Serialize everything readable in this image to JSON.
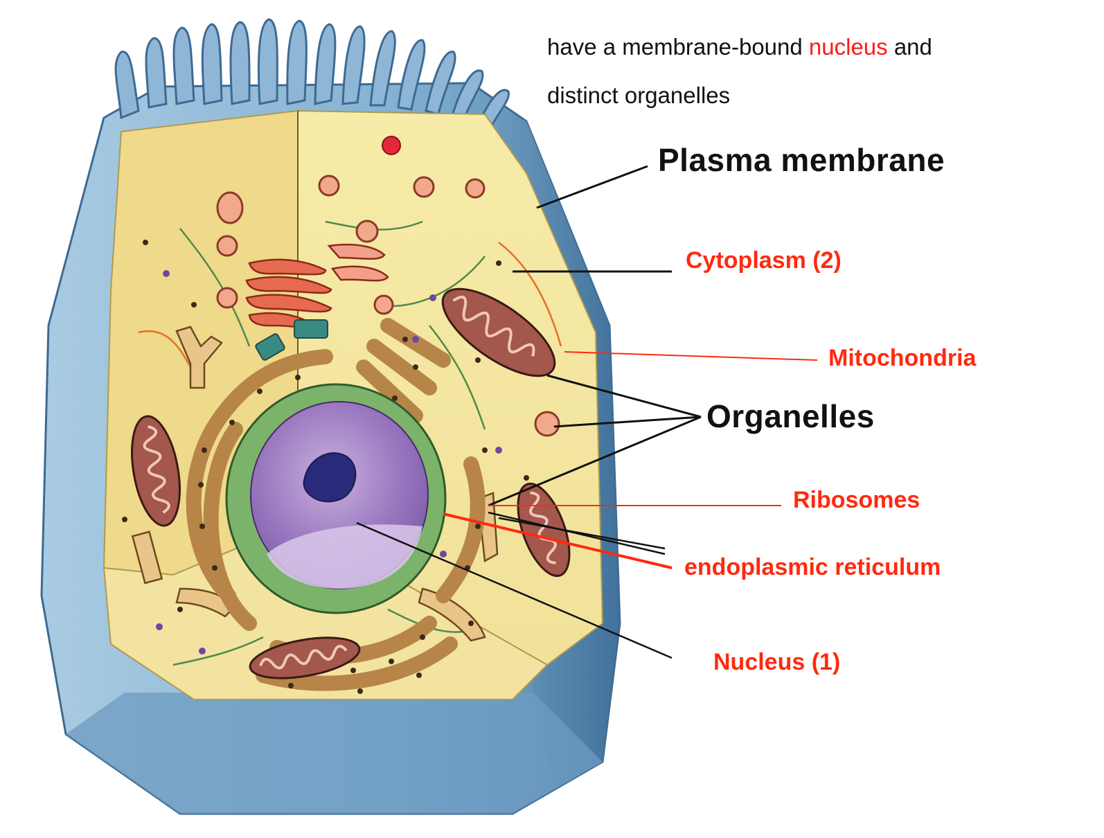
{
  "colors": {
    "label_red": "#ff2a0f",
    "label_black": "#111111",
    "membrane_blue": "#7ea9c9",
    "cytoplasm": "#f4e7a2",
    "nucleus": "#9b7bc0",
    "nuclear_envelope": "#6ea85a",
    "er": "#c99a5e",
    "mitochondria": "#a4574c"
  },
  "intro": {
    "line1_prefix": "have a membrane-bound ",
    "line1_highlight": "nucleus",
    "line1_suffix": " and",
    "line2": "distinct organelles"
  },
  "labels": {
    "plasma_membrane": "Plasma membrane",
    "cytoplasm": "Cytoplasm  (2)",
    "mitochondria": "Mitochondria",
    "organelles": "Organelles",
    "ribosomes": "Ribosomes",
    "endoplasmic_reticulum": "endoplasmic reticulum",
    "nucleus": "Nucleus  (1)"
  }
}
